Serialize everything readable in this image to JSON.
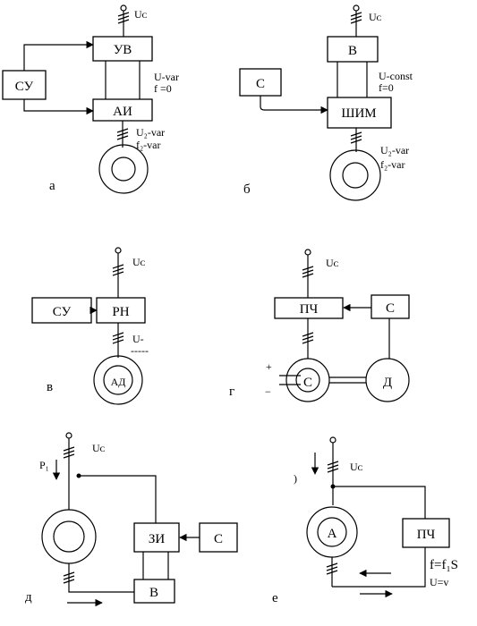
{
  "diagram_a": {
    "supply": "Uᴄ",
    "rectifier": "УВ",
    "control": "СУ",
    "inverter": "АИ",
    "dc_u": "U-var",
    "dc_f": "f =0",
    "out_u": "U₂-var",
    "out_f": "f₂-var",
    "caption": "а"
  },
  "diagram_b": {
    "supply": "Uᴄ",
    "rectifier": "В",
    "control": "С",
    "pwm": "ШИМ",
    "dc_u": "U-const",
    "dc_f": "f=0",
    "out_u": "U₂-var",
    "out_f": "f₂-var",
    "caption": "б"
  },
  "diagram_v": {
    "supply": "Uᴄ",
    "control": "СУ",
    "regulator": "РН",
    "out_u": "U-",
    "out_dash": "-----",
    "motor": "АД",
    "caption": "в"
  },
  "diagram_g": {
    "supply": "Uᴄ",
    "converter": "ПЧ",
    "sensor": "С",
    "machine_c": "С",
    "machine_d": "Д",
    "plus": "+",
    "minus": "−",
    "caption": "г"
  },
  "diagram_d": {
    "supply": "Uᴄ",
    "power": "P₁",
    "setter": "ЗИ",
    "control": "С",
    "rectifier": "В",
    "caption": "д"
  },
  "diagram_e": {
    "supply": "Uᴄ",
    "mark": ")",
    "machine": "А",
    "converter": "ПЧ",
    "formula": "f=f₁S",
    "formula2": "U=v",
    "caption": "е"
  }
}
